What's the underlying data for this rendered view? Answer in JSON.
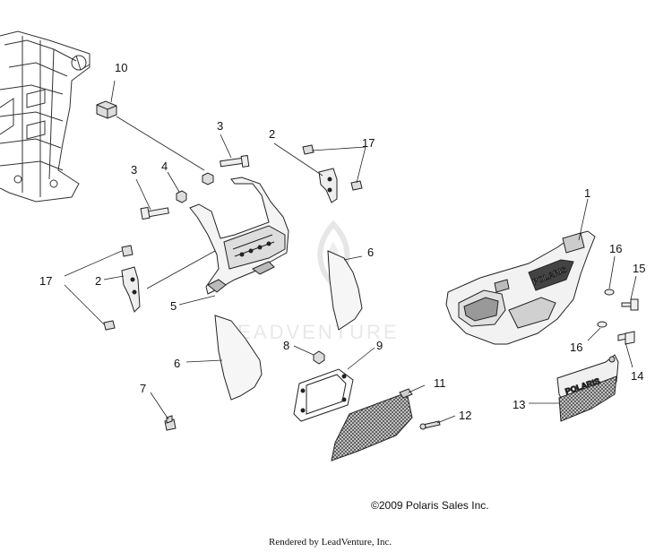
{
  "callouts": {
    "c1": "1",
    "c2a": "2",
    "c2b": "2",
    "c3a": "3",
    "c3b": "3",
    "c4": "4",
    "c5": "5",
    "c6a": "6",
    "c6b": "6",
    "c7": "7",
    "c8": "8",
    "c9": "9",
    "c10": "10",
    "c11": "11",
    "c12": "12",
    "c13": "13",
    "c14": "14",
    "c15": "15",
    "c16a": "16",
    "c16b": "16",
    "c17a": "17",
    "c17b": "17"
  },
  "watermark": {
    "text": "LEADVENTURE"
  },
  "grille_badge": {
    "text": "POLARIS"
  },
  "bumper_badge": {
    "text": "POLARIS"
  },
  "footer": {
    "copyright": "©2009 Polaris Sales Inc.",
    "rendered_by": "Rendered by LeadVenture, Inc."
  }
}
